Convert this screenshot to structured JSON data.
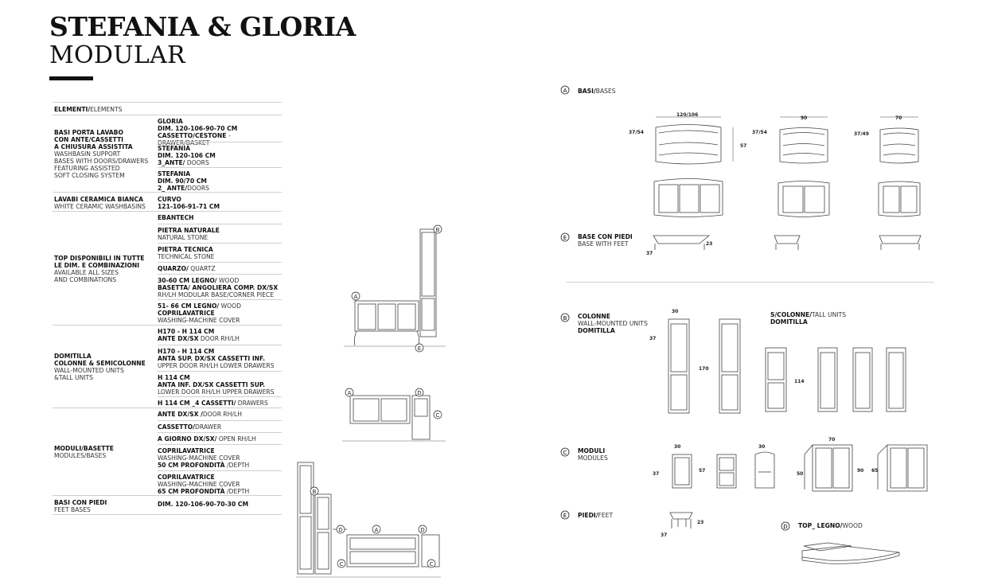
{
  "header": {
    "title_line1": "STEFANIA & GLORIA",
    "title_line2": "MODULAR"
  },
  "table": {
    "header_bold": "ELEMENTI/",
    "header_light": "ELEMENTS",
    "sections": {
      "basi": {
        "label_bold": [
          "BASI PORTA LAVABO",
          "CON ANTE/CASSETTI",
          "A CHIUSURA ASSISTITA"
        ],
        "label_light": [
          "WASHBASIN SUPPORT",
          "BASES WITH DOORS/DRAWERS",
          "FEATURING ASSISTED",
          "SOFT CLOSING SYSTEM"
        ],
        "rows": [
          {
            "b1": "GLORIA",
            "b2": "DIM. 120-106-90-70 CM",
            "b3": "CASSETTO/CESTONE ",
            "l3": "-DRAWER/BASKET"
          },
          {
            "b1": "STEFANIA",
            "b2": "DIM. 120-106 CM",
            "b3": "3_ANTE/",
            "l3": " DOORS"
          },
          {
            "b1": "STEFANIA",
            "b2": "DIM. 90/70 CM",
            "b3": "2_ ANTE/",
            "l3": "DOORS"
          }
        ]
      },
      "lavabi": {
        "label_bold": "LAVABI CERAMICA BIANCA",
        "label_light": "WHITE CERAMIC WASHBASINS",
        "val_bold1": "CURVO",
        "val_bold2": "121-106-91-71 CM"
      },
      "top": {
        "label_bold": [
          "TOP DISPONIBILI IN TUTTE",
          "LE DIM. E COMBINAZIONI"
        ],
        "label_light": [
          "AVAILABLE ALL SIZES",
          "AND COMBINATIONS"
        ],
        "r1": "EBANTECH",
        "r2b": "PIETRA NATURALE",
        "r2l": "NATURAL STONE",
        "r3b": "PIETRA TECNICA",
        "r3l": "TECHNICAL STONE",
        "r4b": "QUARZO/",
        "r4l": " QUARTZ",
        "r5b1": "30-60 CM  LEGNO/",
        "r5l1": " WOOD",
        "r5b2": "BASETTA/ ANGOLIERA COMP. DX/SX",
        "r5l3": "RH/LH MODULAR BASE/CORNER PIECE",
        "r6b1": "51- 66 CM LEGNO/",
        "r6l1": " WOOD",
        "r6b2": "COPRILAVATRICE",
        "r6l3": "WASHING-MACHINE COVER"
      },
      "domitilla": {
        "label_bold": [
          "DOMITILLA",
          "COLONNE & SEMICOLONNE"
        ],
        "label_light": [
          "WALL-MOUNTED UNITS",
          "&TALL UNITS"
        ],
        "r1b1": "H170 - H 114 CM",
        "r1b2": "ANTE DX/SX",
        "r1l2": "  DOOR RH/LH",
        "r2b1": "H170 - H 114 CM",
        "r2b2": "ANTA SUP. DX/SX  CASSETTI INF.",
        "r2l3": "UPPER DOOR RH/LH LOWER DRAWERS",
        "r3b1": "H 114 CM",
        "r3b2": "ANTA INF. DX/SX  CASSETTI SUP.",
        "r3l3": "LOWER DOOR RH/LH UPPER DRAWERS",
        "r4b": "H 114 CM _4 CASSETTI/",
        "r4l": " DRAWERS"
      },
      "moduli": {
        "label_bold": "MODULI/BASETTE",
        "label_light": "MODULES/BASES",
        "r1b": "ANTE DX/SX /",
        "r1l": "DOOR RH/LH",
        "r2b": "CASSETTO/",
        "r2l": "DRAWER",
        "r3b": "A GIORNO DX/SX/",
        "r3l": " OPEN RH/LH",
        "r4b1": "COPRILAVATRICE",
        "r4l2": "WASHING-MACHINE COVER",
        "r4b3": "50 CM PROFONDITÀ ",
        "r4l3": "/DEPTH",
        "r5b1": "COPRILAVATRICE",
        "r5l2": "WASHING-MACHINE COVER",
        "r5b3": "65 CM PROFONDITÀ ",
        "r5l3": "/DEPTH"
      },
      "piedi": {
        "label_bold": "BASI CON PIEDI",
        "label_light": "FEET BASES",
        "val_bold": "DIM. 120-106-90-70-30 CM"
      }
    }
  },
  "right": {
    "A": {
      "letter": "A",
      "bold": "BASI/",
      "light": "BASES",
      "dims": {
        "w1": "120/106",
        "w2": "90",
        "w3": "70",
        "d1": "37/54",
        "d2": "37/54",
        "d3": "37/49",
        "h": "57"
      }
    },
    "E_base": {
      "letter": "E",
      "bold": "BASE CON PIEDI",
      "light": "BASE WITH FEET",
      "dims": {
        "h": "23",
        "d": "37"
      }
    },
    "B": {
      "letter": "B",
      "bold": "COLONNE",
      "light": "WALL-MOUNTED UNITS",
      "bold2": "DOMITILLA",
      "dims": {
        "w": "30",
        "d": "37",
        "h": "170",
        "h2": "114"
      }
    },
    "S": {
      "bold": "S/COLONNE/",
      "light": "TALL UNITS",
      "bold2": "DOMITILLA"
    },
    "C": {
      "letter": "C",
      "bold": "MODULI",
      "light": "MODULES",
      "dims": {
        "w": "30",
        "d": "37",
        "h": "57",
        "w2": "30",
        "w3": "70",
        "d3": "50",
        "h3": "90",
        "d4": "65"
      }
    },
    "E_feet": {
      "letter": "E",
      "bold": "PIEDI/",
      "light": "FEET",
      "dims": {
        "h": "23",
        "d": "37"
      }
    },
    "D": {
      "letter": "D",
      "bold": "TOP_ LEGNO/",
      "light": "WOOD"
    }
  },
  "composition_letters": {
    "A": "A",
    "B": "B",
    "C": "C",
    "D": "D",
    "E": "E"
  }
}
